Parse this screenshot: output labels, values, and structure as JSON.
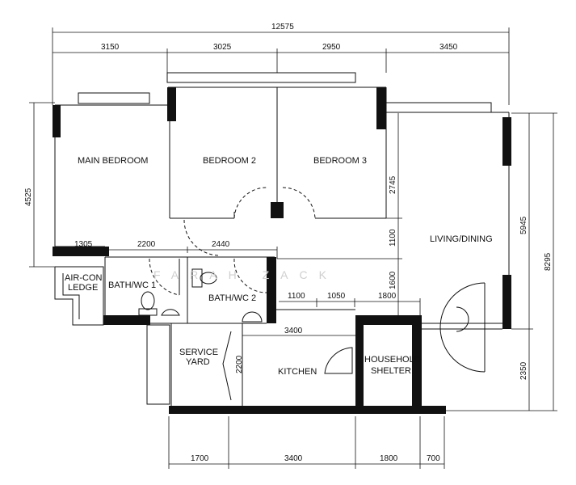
{
  "rooms": {
    "main_bedroom": "MAIN BEDROOM",
    "bedroom2": "BEDROOM 2",
    "bedroom3": "BEDROOM 3",
    "living_dining": "LIVING/DINING",
    "aircon_ledge_1": "AIR-CON",
    "aircon_ledge_2": "LEDGE",
    "bath1": "BATH/WC 1",
    "bath2": "BATH/WC 2",
    "service_yard_1": "SERVICE",
    "service_yard_2": "YARD",
    "kitchen": "KITCHEN",
    "shelter_1": "HOUSEHOLD",
    "shelter_2": "SHELTER"
  },
  "dimensions": {
    "overall_width": "12575",
    "top": [
      "3150",
      "3025",
      "2950",
      "3450"
    ],
    "left": "4525",
    "right_upper": "5945",
    "right_lower": "2350",
    "right_overall": "8295",
    "bottom": [
      "1700",
      "3400",
      "1800",
      "700"
    ],
    "mid_row": [
      "1305",
      "2200",
      "2440"
    ],
    "bath_row": [
      "1100",
      "1050",
      "1800"
    ],
    "kitchen_width": "3400",
    "yard_depth": "2200",
    "living_left": [
      "2745",
      "1100",
      "1600"
    ]
  },
  "watermark": "FARAH ZACK"
}
